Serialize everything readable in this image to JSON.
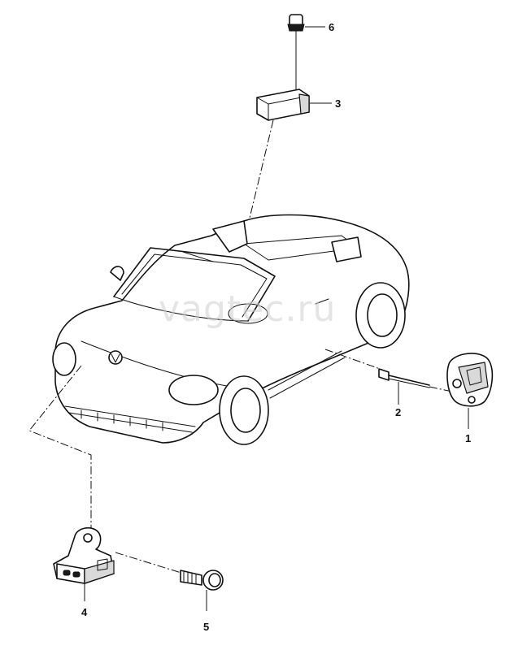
{
  "diagram": {
    "watermark": "vagtec.ru",
    "callouts": [
      {
        "id": "1",
        "label": "1"
      },
      {
        "id": "2",
        "label": "2"
      },
      {
        "id": "3",
        "label": "3"
      },
      {
        "id": "4",
        "label": "4"
      },
      {
        "id": "5",
        "label": "5"
      },
      {
        "id": "6",
        "label": "6"
      }
    ]
  }
}
